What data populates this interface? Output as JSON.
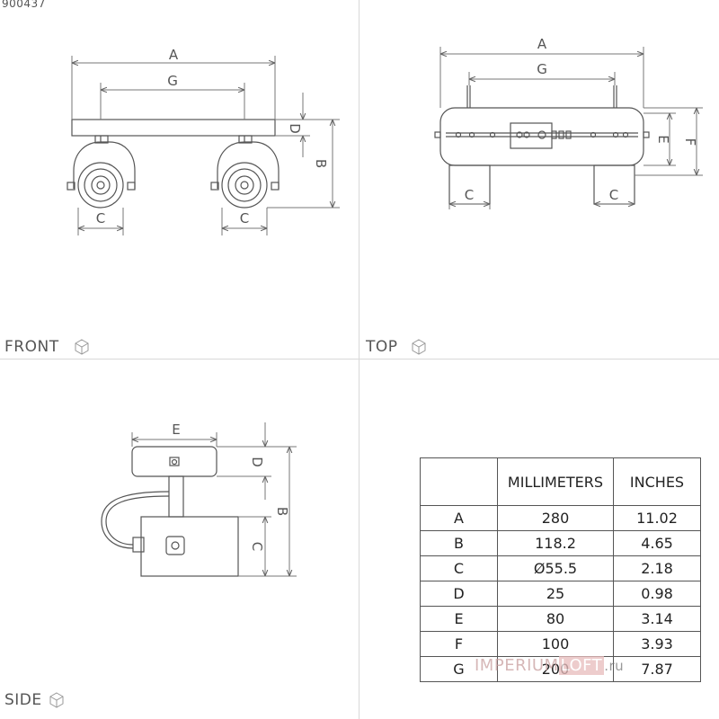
{
  "product_id": "900437",
  "views": {
    "front": "FRONT",
    "top": "TOP",
    "side": "SIDE"
  },
  "dimension_letters": {
    "A": "A",
    "B": "B",
    "C": "C",
    "D": "D",
    "E": "E",
    "F": "F",
    "G": "G"
  },
  "table": {
    "headers": [
      "",
      "MILLIMETERS",
      "INCHES"
    ],
    "rows": [
      {
        "label": "A",
        "mm": "280",
        "in": "11.02"
      },
      {
        "label": "B",
        "mm": "118.2",
        "in": "4.65"
      },
      {
        "label": "C",
        "mm": "Ø55.5",
        "in": "2.18"
      },
      {
        "label": "D",
        "mm": "25",
        "in": "0.98"
      },
      {
        "label": "E",
        "mm": "80",
        "in": "3.14"
      },
      {
        "label": "F",
        "mm": "100",
        "in": "3.93"
      },
      {
        "label": "G",
        "mm": "200",
        "in": "7.87"
      }
    ]
  },
  "watermark": {
    "brand": "IMPERIUM",
    "highlight": "LOFT",
    "tld": ".ru"
  },
  "colors": {
    "line": "#555555",
    "dim_line": "#777777",
    "divider": "#d9d9d9"
  }
}
